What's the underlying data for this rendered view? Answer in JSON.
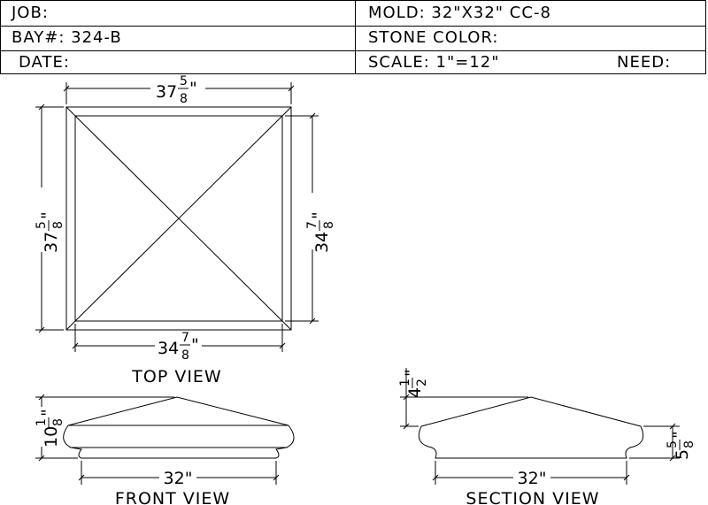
{
  "title_block": {
    "job_label": "JOB:",
    "bay_label": "BAY#:",
    "bay_value": "324-B",
    "date_label": "DATE:",
    "mold_label": "MOLD:",
    "mold_value": "32\"X32\" CC-8",
    "stone_color_label": "STONE COLOR:",
    "scale_label": "SCALE:",
    "scale_value": "1\"=12\"",
    "need_label": "NEED:"
  },
  "views": {
    "top": {
      "label": "TOP VIEW",
      "dim_top": {
        "whole": "37",
        "num": "5",
        "den": "8",
        "unit": "\""
      },
      "dim_left": {
        "whole": "37",
        "num": "5",
        "den": "8",
        "unit": "\""
      },
      "dim_right": {
        "whole": "34",
        "num": "7",
        "den": "8",
        "unit": "\""
      },
      "dim_bottom": {
        "whole": "34",
        "num": "7",
        "den": "8",
        "unit": "\""
      }
    },
    "front": {
      "label": "FRONT VIEW",
      "dim_height": {
        "whole": "10",
        "num": "1",
        "den": "8",
        "unit": "\""
      },
      "dim_width": "32\""
    },
    "section": {
      "label": "SECTION VIEW",
      "dim_rise": {
        "whole": "4",
        "num": "1",
        "den": "2",
        "unit": "\""
      },
      "dim_edge": {
        "whole": "5",
        "num": "5",
        "den": "8",
        "unit": "\""
      },
      "dim_width": "32\""
    }
  }
}
